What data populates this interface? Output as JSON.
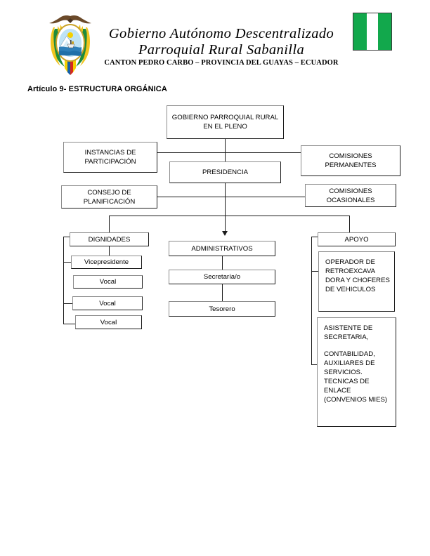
{
  "header": {
    "emblem_name": "ecuador-coat-of-arms",
    "flag_name": "sabanilla-flag",
    "title_line1": "Gobierno Autónomo Descentralizado",
    "title_line2": "Parroquial Rural Sabanilla",
    "subtitle": "CANTON PEDRO CARBO – PROVINCIA DEL GUAYAS – ECUADOR",
    "flag_colors": {
      "green": "#12a84c",
      "white": "#ffffff",
      "border": "#3a3a3a"
    }
  },
  "article": {
    "heading": "Artículo 9- ESTRUCTURA ORGÁNICA"
  },
  "chart": {
    "title": "Estructura Orgánica",
    "nodes": {
      "pleno": "GOBIERNO PARROQUIAL RURAL EN EL PLENO",
      "instancias": "INSTANCIAS DE PARTICIPACIÓN",
      "presidencia": "PRESIDENCIA",
      "comisiones_permanentes": "COMISIONES PERMANENTES",
      "consejo": "CONSEJO DE PLANIFICACIÓN",
      "comisiones_ocasionales": "COMISIONES OCASIONALES",
      "dignidades": "DIGNIDADES",
      "vicepresidente": "Vicepresidente",
      "vocal1": "Vocal",
      "vocal2": "Vocal",
      "vocal3": "Vocal",
      "administrativos": "ADMINISTRATIVOS",
      "secretaria": "Secretaría/o",
      "tesorero": "Tesorero",
      "apoyo": "APOYO",
      "operador": "OPERADOR DE RETROEXCAVA DORA Y CHOFERES DE VEHICULOS",
      "asistente_line1": "ASISTENTE DE SECRETARIA,",
      "asistente_line2": "CONTABILIDAD, AUXILIARES DE SERVICIOS. TECNICAS DE ENLACE (CONVENIOS MIES)"
    }
  }
}
